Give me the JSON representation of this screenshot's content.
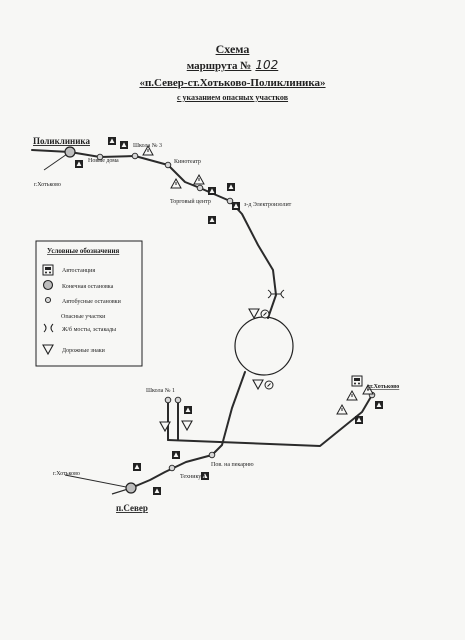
{
  "header": {
    "title": "Схема",
    "route_prefix": "маршрута №",
    "route_number": "102",
    "route_name": "«п.Север-ст.Хотьково-Поликлиника»",
    "subtitle": "с указанием опасных участков"
  },
  "map": {
    "labels": {
      "poliklinika": "Поликлиника",
      "school3": "Школа № 3",
      "novye_doma": "Новые дома",
      "kinoteatr": "Кинотеатр",
      "hotkovo_left": "г.Хотьково",
      "torgovy": "Торговый центр",
      "elektrozavod": "з-д Электроизолит",
      "school1": "Школа № 1",
      "st_hotkovo": "ст.Хотьково",
      "pov_pekarnya": "Пов. на пекарню",
      "tehnikum": "Техникум",
      "hotkovo_bottom": "г.Хотьково",
      "p_sever": "п.Север"
    }
  },
  "legend": {
    "title": "Условные обозначения",
    "bus_station": "Автостанция",
    "terminal_stop": "Конечная остановка",
    "bus_stops": "Автобусные остановки",
    "dangerous_sections": "Опасные участки",
    "bridges": "Ж/б мосты, эстакады",
    "road_signs": "Дорожные знаки"
  },
  "colors": {
    "ink": "#222222",
    "paper": "#f7f7f5",
    "stop_fill": "#bdbdbd"
  }
}
